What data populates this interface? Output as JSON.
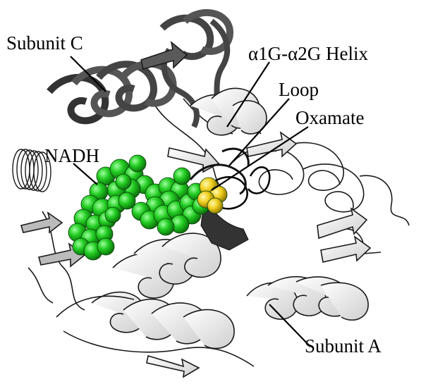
{
  "labels": {
    "subunit_c": "Subunit C",
    "helix": "α1G-α2G Helix",
    "loop": "Loop",
    "oxamate": "Oxamate",
    "nadh": "NADH",
    "subunit_a": "Subunit A"
  },
  "colors": {
    "background": "#ffffff",
    "subunit_c_ribbon": "#5a5a5a",
    "subunit_a_ribbon": "#f2f2f2",
    "ribbon_outline": "#1a1a1a",
    "nadh_spheres": "#22cc22",
    "oxamate_spheres": "#f0d020",
    "loop_dark": "#2a2a2a",
    "label_text": "#000000"
  }
}
